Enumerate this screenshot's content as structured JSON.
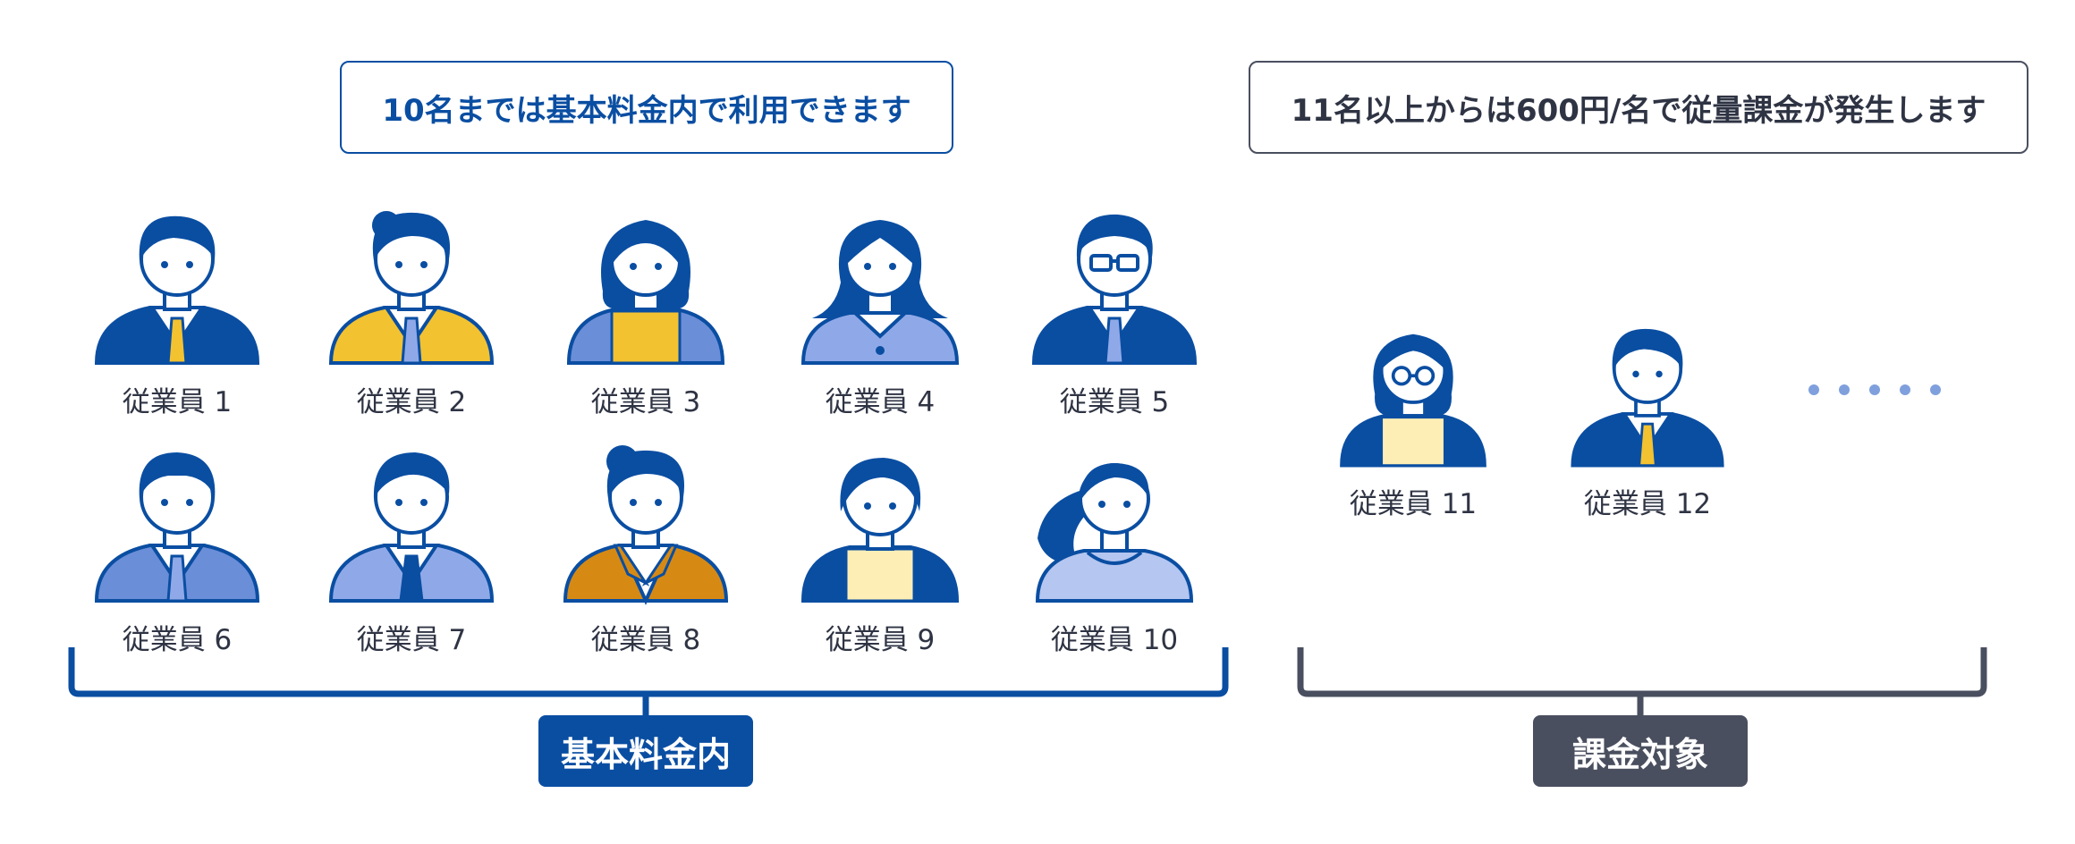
{
  "notes": {
    "free": "10名までは基本料金内で利用できます",
    "paid": "11名以上からは600円/名で従量課金が発生します"
  },
  "employees_free": [
    {
      "label": "従業員 1",
      "avatar": "man-navy-suit-gold-tie"
    },
    {
      "label": "従業員 2",
      "avatar": "man-yellow-suit"
    },
    {
      "label": "従業員 3",
      "avatar": "woman-blue-cardigan"
    },
    {
      "label": "従業員 4",
      "avatar": "woman-light-blue-blouse"
    },
    {
      "label": "従業員 5",
      "avatar": "man-glasses-navy-suit"
    },
    {
      "label": "従業員 6",
      "avatar": "man-blue-suit"
    },
    {
      "label": "従業員 7",
      "avatar": "man-light-blue-suit-navy-tie"
    },
    {
      "label": "従業員 8",
      "avatar": "man-orange-jacket"
    },
    {
      "label": "従業員 9",
      "avatar": "woman-short-hair-navy-top"
    },
    {
      "label": "従業員 10",
      "avatar": "woman-ponytail-light-top"
    }
  ],
  "employees_paid": [
    {
      "label": "従業員 11",
      "avatar": "woman-glasses-navy-top"
    },
    {
      "label": "従業員 12",
      "avatar": "man-navy-suit-gold-tie"
    }
  ],
  "tags": {
    "free": "基本料金内",
    "paid": "課金対象"
  },
  "colors": {
    "blue": "#0a4ea2",
    "gray": "#4a4f5f",
    "gold": "#f2c230",
    "light_blue": "#8fa9e8",
    "mid_blue": "#6b8ed8",
    "orange": "#d68a14",
    "cream": "#fdeeb6",
    "dots": "#7fa0dc"
  }
}
